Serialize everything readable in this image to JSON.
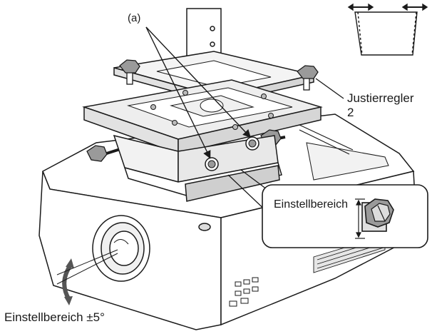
{
  "labels": {
    "a": "(a)",
    "adjuster": [
      "Justierregler",
      "2"
    ],
    "zoom_range": "Einstellbereich",
    "tilt_range": "Einstellbereich ±5°"
  },
  "colors": {
    "line": "#1a1a1a",
    "body_fill": "#ffffff",
    "panel_fill": "#eeeeee",
    "shade_fill": "#d6d6d6",
    "dark_fill": "#9a9a9a"
  },
  "icons": {
    "arrows": "double-arrow-icon",
    "keystone": "keystone-trapezoid-icon",
    "knob": "adjustment-knob-icon"
  }
}
